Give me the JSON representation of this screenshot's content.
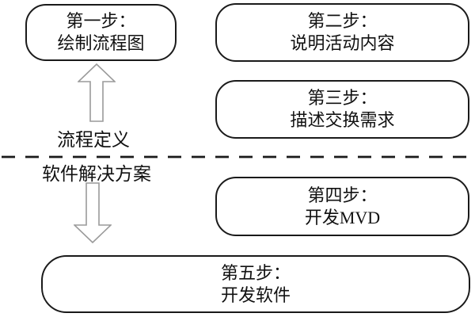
{
  "diagram": {
    "colors": {
      "background": "#ffffff",
      "box_border": "#1a1a1a",
      "divider_line": "#1a1a1a",
      "arrow_outline": "#9a9a9a",
      "text": "#111111"
    },
    "boxes": [
      {
        "id": "step1",
        "line1": "第一步：",
        "line2": "绘制流程图"
      },
      {
        "id": "step2",
        "line1": "第二步：",
        "line2": "说明活动内容"
      },
      {
        "id": "step3",
        "line1": "第三步：",
        "line2": "描述交换需求"
      },
      {
        "id": "step4",
        "line1": "第四步：",
        "line2": "开发MVD"
      },
      {
        "id": "step5",
        "line1": "第五步：",
        "line2": "开发软件"
      }
    ],
    "labels": {
      "upper_zone": "流程定义",
      "lower_zone": "软件解决方案"
    },
    "icons": {
      "up_arrow": "up-arrow",
      "down_arrow": "down-arrow"
    }
  }
}
